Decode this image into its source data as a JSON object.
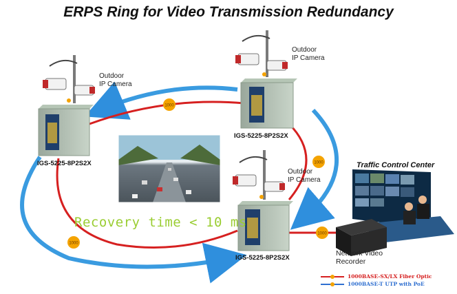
{
  "title": "ERPS Ring for Video Transmission Redundancy",
  "cameras": [
    {
      "label_line1": "Outdoor",
      "label_line2": "IP Camera"
    },
    {
      "label_line1": "Outdoor",
      "label_line2": "IP Camera"
    },
    {
      "label_line1": "Outdoor",
      "label_line2": "IP Camera"
    }
  ],
  "switches": [
    {
      "model": "IGS-5225-8P2S2X"
    },
    {
      "model": "IGS-5225-8P2S2X"
    },
    {
      "model": "IGS-5225-8P2S2X"
    }
  ],
  "link_badge": "1000",
  "recovery_text": "Recovery time < 10 ms",
  "control_center": "Traffic Control Center",
  "nvr": {
    "line1": "Network Video",
    "line2": "Recorder"
  },
  "legend": [
    {
      "text": "1000BASE-SX/LX Fiber Optic",
      "color": "#d62020"
    },
    {
      "text": "1000BASE-T UTP with PoE",
      "color": "#2f6fd0"
    }
  ],
  "colors": {
    "fiber": "#d62020",
    "utp": "#2f6fd0",
    "arrow": "#3a9be0",
    "badge": "#f4a300"
  }
}
